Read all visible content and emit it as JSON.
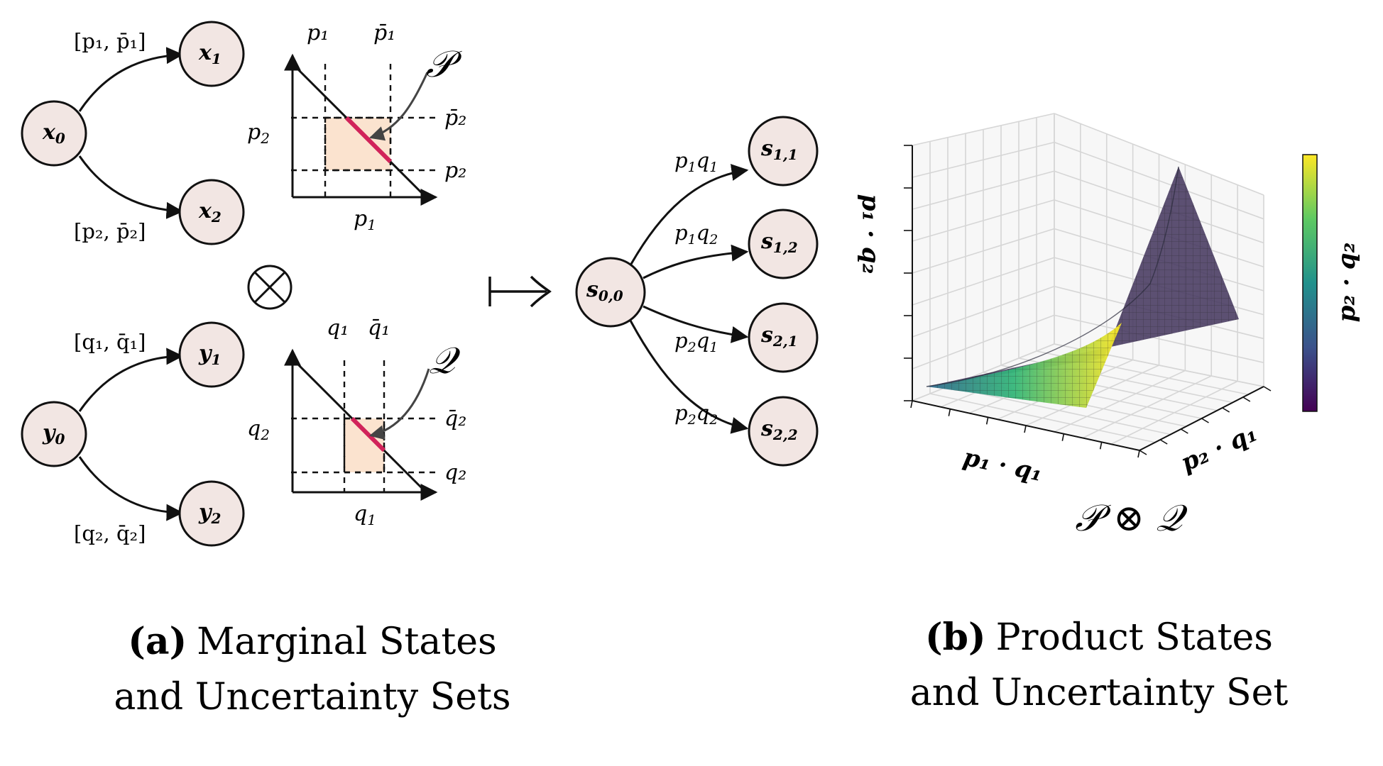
{
  "panel_a": {
    "tree_x": {
      "root": "x",
      "root_sub": "0",
      "child1": "x",
      "child1_sub": "1",
      "child2": "x",
      "child2_sub": "2",
      "edge1": "[p₁, p̄₁]",
      "edge2": "[p₂, p̄₂]"
    },
    "tree_y": {
      "root": "y",
      "root_sub": "0",
      "child1": "y",
      "child1_sub": "1",
      "child2": "y",
      "child2_sub": "2",
      "edge1": "[q₁, q̄₁]",
      "edge2": "[q₂, q̄₂]"
    },
    "tensor_symbol": "⊗",
    "simplex_p": {
      "set_label": "𝒫",
      "x_axis": "p",
      "x_axis_sub": "1",
      "y_axis": "p",
      "y_axis_sub": "2",
      "lower_x": "p₁",
      "upper_x": "p̄₁",
      "lower_y": "p₂",
      "upper_y": "p̄₂"
    },
    "simplex_q": {
      "set_label": "𝒬",
      "x_axis": "q",
      "x_axis_sub": "1",
      "y_axis": "q",
      "y_axis_sub": "2",
      "lower_x": "q₁",
      "upper_x": "q̄₁",
      "lower_y": "q₂",
      "upper_y": "q̄₂"
    },
    "caption_bold": "(a)",
    "caption_line1": "Marginal States",
    "caption_line2": "and Uncertainty Sets"
  },
  "mapsto_symbol": "⟼",
  "product_tree": {
    "root": "s",
    "root_sub": "0,0",
    "children": [
      {
        "name": "s",
        "sub": "1,1",
        "edge": "p",
        "edge_sub1": "1",
        "edge_q": "q",
        "edge_sub2": "1"
      },
      {
        "name": "s",
        "sub": "1,2",
        "edge": "p",
        "edge_sub1": "1",
        "edge_q": "q",
        "edge_sub2": "2"
      },
      {
        "name": "s",
        "sub": "2,1",
        "edge": "p",
        "edge_sub1": "2",
        "edge_q": "q",
        "edge_sub2": "1"
      },
      {
        "name": "s",
        "sub": "2,2",
        "edge": "p",
        "edge_sub1": "2",
        "edge_q": "q",
        "edge_sub2": "2"
      }
    ]
  },
  "panel_b": {
    "x_axis_label": "p₁ · q₁",
    "y_axis_label": "p₂ · q₁",
    "z_axis_label": "p₁ · q₂",
    "colorbar_label": "p₂ · q₂",
    "set_label": "𝒫 ⊗ 𝒬",
    "colormap": [
      "#440154",
      "#3b528b",
      "#21918c",
      "#5ec962",
      "#fde725"
    ],
    "surface_color": "#4a3d63",
    "caption_bold": "(b)",
    "caption_line1": "Product States",
    "caption_line2": "and Uncertainty Set"
  },
  "colors": {
    "node_fill": "#f2e6e3",
    "box_fill": "#fbe3cf",
    "feasible_segment": "#d1235a"
  }
}
